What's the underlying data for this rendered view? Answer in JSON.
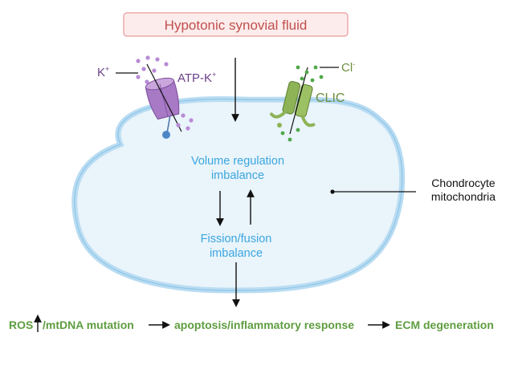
{
  "title": "Hypotonic synovial fluid",
  "labels": {
    "potassium": "K",
    "potassium_charge": "+",
    "atp_k": "ATP-K",
    "atp_k_charge": "+",
    "chloride": "Cl",
    "chloride_charge": "-",
    "clic": "CLIC",
    "volume_line1": "Volume regulation",
    "volume_line2": "imbalance",
    "fission_line1": "Fission/fusion",
    "fission_line2": "imbalance",
    "chondrocyte_line1": "Chondrocyte",
    "chondrocyte_line2": "mitochondria"
  },
  "bottom_chain": {
    "ros": "ROS",
    "mtdna": "/mtDNA mutation",
    "apoptosis": "apoptosis/inflammatory response",
    "ecm": "ECM degeneration"
  },
  "colors": {
    "title_text": "#c0504d",
    "title_bg": "#fdecec",
    "title_border": "#e79a9a",
    "cell_fill": "#e9f4fb",
    "cell_stroke": "#a9d4ee",
    "blue_text": "#3ba6df",
    "green_text": "#5e9d3f",
    "purple": "#9b5fb5",
    "channel_green": "#8db356"
  }
}
